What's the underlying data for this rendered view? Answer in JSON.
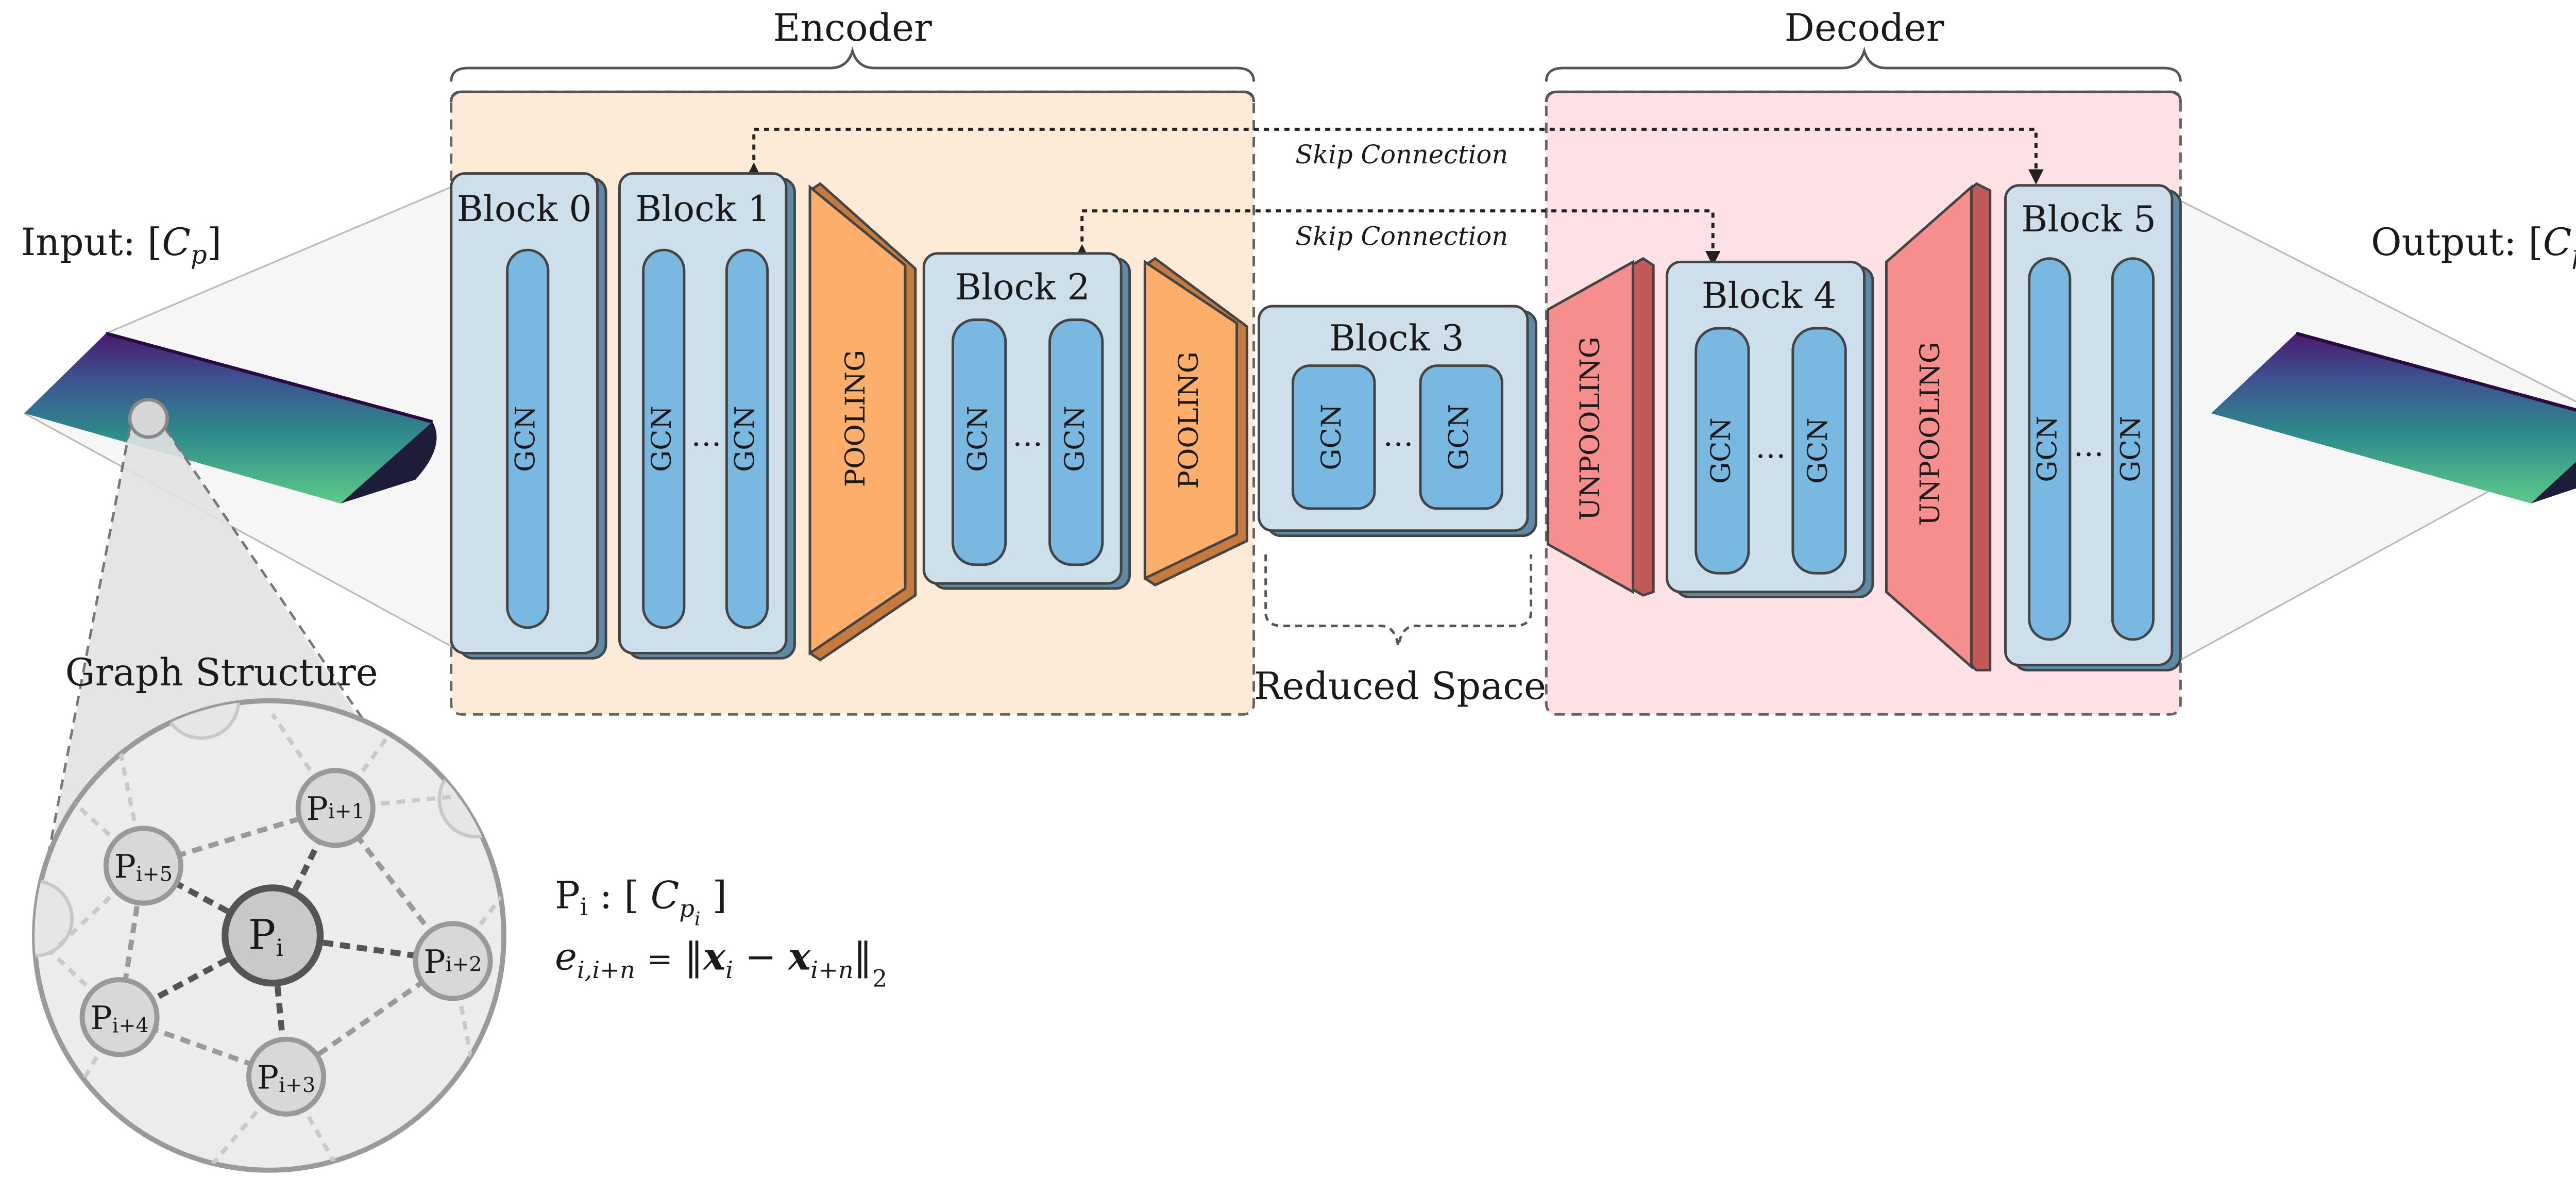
{
  "colors": {
    "encoder_bg": "#fdebd8",
    "decoder_bg": "#fde1e4",
    "block_fill": "#cddfeb",
    "block_shadow": "#5d8aa6",
    "gcn_fill": "#79b8e0",
    "pooling_fill": "#fcae6a",
    "unpooling_fill": "#f68e8e",
    "stroke": "#4a4a4a"
  },
  "labels": {
    "encoder": "Encoder",
    "decoder": "Decoder",
    "skip_connection": "Skip Connection",
    "reduced_space": "Reduced Space",
    "input": "Input:",
    "output": "Output:",
    "cp_symbol": "C",
    "cp_sub": "p",
    "graph_structure": "Graph Structure",
    "gcn": "GCN",
    "pooling": "POOLING",
    "unpooling": "UNPOOLING",
    "ellipsis": "…"
  },
  "blocks": [
    {
      "id": 0,
      "label": "Block 0"
    },
    {
      "id": 1,
      "label": "Block 1"
    },
    {
      "id": 2,
      "label": "Block 2"
    },
    {
      "id": 3,
      "label": "Block 3"
    },
    {
      "id": 4,
      "label": "Block 4"
    },
    {
      "id": 5,
      "label": "Block 5"
    }
  ],
  "graph_nodes": [
    {
      "id": "center",
      "base": "P",
      "sub": "i"
    },
    {
      "id": "n1",
      "base": "P",
      "sub": "i+1"
    },
    {
      "id": "n2",
      "base": "P",
      "sub": "i+2"
    },
    {
      "id": "n3",
      "base": "P",
      "sub": "i+3"
    },
    {
      "id": "n4",
      "base": "P",
      "sub": "i+4"
    },
    {
      "id": "n5",
      "base": "P",
      "sub": "i+5"
    }
  ],
  "equations": {
    "node_feature": {
      "base": "P",
      "sub": "i",
      "colon": ":",
      "lbr": "[",
      "rbr": "]",
      "c": "C",
      "p": "p",
      "pi": "i"
    },
    "edge": {
      "e": "e",
      "esub": "i,i+n",
      "eq": "=",
      "x": "x",
      "xi": "i",
      "minus": "−",
      "xin": "i+n",
      "two": "2"
    }
  }
}
